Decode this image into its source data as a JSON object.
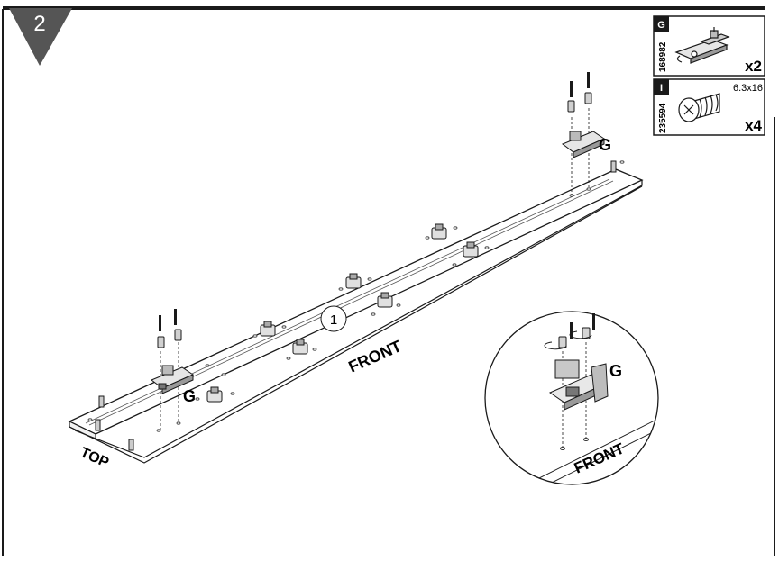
{
  "step": {
    "number": "2"
  },
  "parts": [
    {
      "letter": "G",
      "code": "168982",
      "qty": "x2",
      "icon": "hinge-plate-icon",
      "size": ""
    },
    {
      "letter": "I",
      "code": "235594",
      "qty": "x4",
      "icon": "screw-icon",
      "size": "6.3x16"
    }
  ],
  "panel": {
    "number": "1",
    "front_label": "FRONT",
    "top_label": "TOP",
    "hinge_label_left": "G",
    "hinge_label_right": "G",
    "screw_label": "I"
  },
  "detail": {
    "hinge_label": "G",
    "screw_label": "I",
    "front_label": "FRONT"
  },
  "colors": {
    "line": "#1a1a1a",
    "badge": "#555555",
    "panel_fill": "#ffffff",
    "edge": "#777777"
  }
}
